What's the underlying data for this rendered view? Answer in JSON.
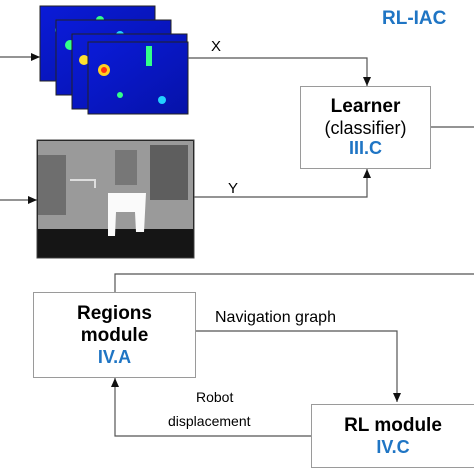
{
  "header": {
    "title": "RL-IAC"
  },
  "colors": {
    "accent": "#1f75c4",
    "line": "#555555",
    "box_border": "#9a9a9a"
  },
  "images": {
    "saliency_stack": "saliency map stack",
    "depth_image": "depth image of chair"
  },
  "nodes": {
    "learner": {
      "title": "Learner",
      "subtitle": "(classifier)",
      "ref": "III.C"
    },
    "regions": {
      "title_line1": "Regions",
      "title_line2": "module",
      "ref": "IV.A"
    },
    "rl": {
      "title": "RL module",
      "ref": "IV.C"
    }
  },
  "edges": {
    "x": "X",
    "y": "Y",
    "navigation": "Navigation graph",
    "robot_line1": "Robot",
    "robot_line2": "displacement"
  }
}
